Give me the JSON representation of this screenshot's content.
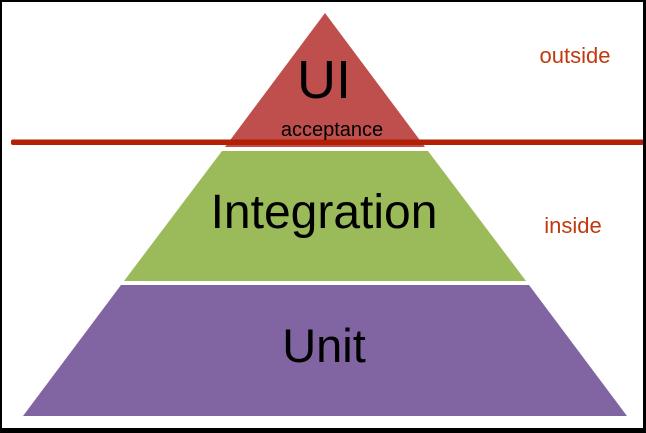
{
  "diagram": {
    "type": "test-pyramid",
    "background": "#ffffff",
    "frame_color": "#000000",
    "layers": [
      {
        "id": "ui",
        "label": "UI",
        "color": "#bf4f4d"
      },
      {
        "id": "integration",
        "label": "Integration",
        "color": "#9bba59"
      },
      {
        "id": "unit",
        "label": "Unit",
        "color": "#8065a2"
      }
    ],
    "boundary": {
      "label": "acceptance",
      "line_color": "#b22005",
      "region_label_color": "#c03a0e",
      "regions": {
        "above": "outside",
        "below": "inside"
      }
    }
  }
}
